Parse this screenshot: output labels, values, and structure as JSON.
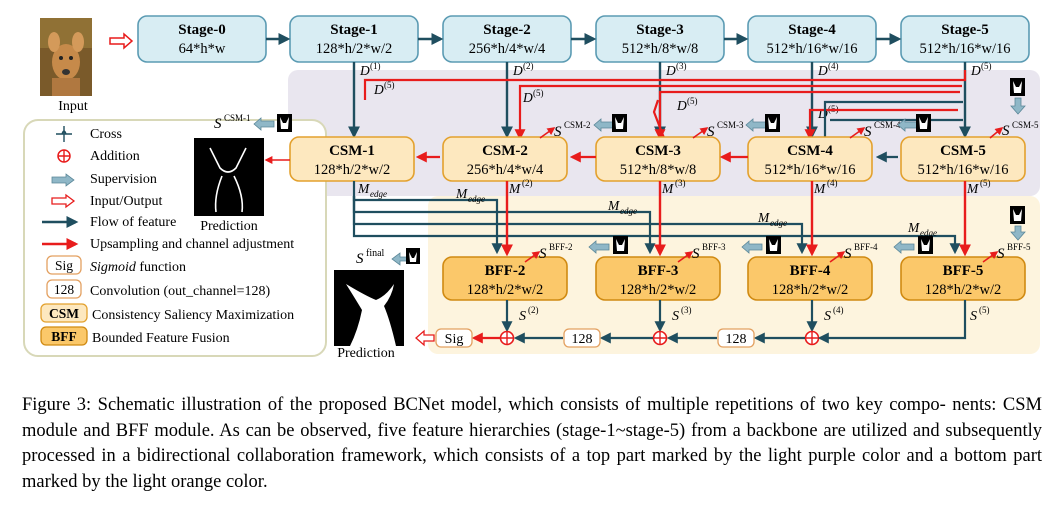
{
  "colors": {
    "stage_fill": "#d8edf3",
    "stage_stroke": "#5b9bb3",
    "csm_fill": "#fde8bf",
    "csm_stroke": "#e3a12e",
    "bff_fill": "#fbc86a",
    "bff_stroke": "#d08a12",
    "flow": "#1f4e5f",
    "upsample": "#e81c1c",
    "purple_region": "#e9e6ef",
    "orange_region": "#fdf4de",
    "supervision": "#8fb7c7"
  },
  "input": {
    "label": "Input",
    "photo_icon": "fawn-photo"
  },
  "stages": [
    {
      "title": "Stage-0",
      "dims": "64*h*w"
    },
    {
      "title": "Stage-1",
      "dims": "128*h/2*w/2"
    },
    {
      "title": "Stage-2",
      "dims": "256*h/4*w/4"
    },
    {
      "title": "Stage-3",
      "dims": "512*h/8*w/8"
    },
    {
      "title": "Stage-4",
      "dims": "512*h/16*w/16"
    },
    {
      "title": "Stage-5",
      "dims": "512*h/16*w/16"
    }
  ],
  "d_labels": [
    "D",
    "D",
    "D",
    "D",
    "D",
    "D"
  ],
  "d_sups": [
    "(1)",
    "(2)",
    "(3)",
    "(4)",
    "(5)"
  ],
  "csm": [
    {
      "title": "CSM-1",
      "dims": "128*h/2*w/2"
    },
    {
      "title": "CSM-2",
      "dims": "256*h/4*w/4"
    },
    {
      "title": "CSM-3",
      "dims": "512*h/8*w/8"
    },
    {
      "title": "CSM-4",
      "dims": "512*h/16*w/16"
    },
    {
      "title": "CSM-5",
      "dims": "512*h/16*w/16"
    }
  ],
  "csm_sup_labels": [
    "CSM-1",
    "CSM-2",
    "CSM-3",
    "CSM-4",
    "CSM-5"
  ],
  "bff": [
    {
      "title": "BFF-2",
      "dims": "128*h/2*w/2"
    },
    {
      "title": "BFF-3",
      "dims": "128*h/2*w/2"
    },
    {
      "title": "BFF-4",
      "dims": "128*h/2*w/2"
    },
    {
      "title": "BFF-5",
      "dims": "128*h/2*w/2"
    }
  ],
  "bff_sup_labels": [
    "BFF-2",
    "BFF-3",
    "BFF-4",
    "BFF-5"
  ],
  "s_label": "S",
  "s_sups": [
    "(2)",
    "(3)",
    "(4)",
    "(5)"
  ],
  "m_edge": "M",
  "m_edge_sub": "edge",
  "m_sups": [
    "(2)",
    "(3)",
    "(4)",
    "(5)"
  ],
  "s_final_sup": "final",
  "prediction_label": "Prediction",
  "bottom_chain": {
    "sig": "Sig",
    "conv1": "128",
    "conv2": "128"
  },
  "legend": [
    {
      "icon": "cross-icon",
      "label": "Cross"
    },
    {
      "icon": "addition-icon",
      "label": "Addition"
    },
    {
      "icon": "supervision-arrow-icon",
      "label": "Supervision"
    },
    {
      "icon": "input-output-arrow-icon",
      "label": "Input/Output"
    },
    {
      "icon": "flow-arrow-icon",
      "label": "Flow of feature"
    },
    {
      "icon": "upsample-arrow-icon",
      "label": "Upsampling and channel adjustment"
    },
    {
      "icon": "sig-box",
      "box": "Sig",
      "label": "Sigmoid",
      "label_rest": " function"
    },
    {
      "icon": "conv-box",
      "box": "128",
      "label": "Convolution (out_channel=128)"
    },
    {
      "icon": "csm-box",
      "box": "CSM",
      "label": "Consistency Saliency Maximization"
    },
    {
      "icon": "bff-box",
      "box": "BFF",
      "label": "Bounded Feature Fusion"
    }
  ],
  "caption": {
    "line1": "Figure 3: Schematic illustration of the proposed BCNet model, which consists of multiple repetitions of two key compo-",
    "line2": "nents: CSM module and BFF module. As can be observed, five feature hierarchies (stage-1~stage-5) from a backbone",
    "line3": "are utilized and subsequently processed in a bidirectional collaboration framework, which consists of a top part marked",
    "line4": "by the light purple color and a bottom part marked by the light orange color."
  }
}
